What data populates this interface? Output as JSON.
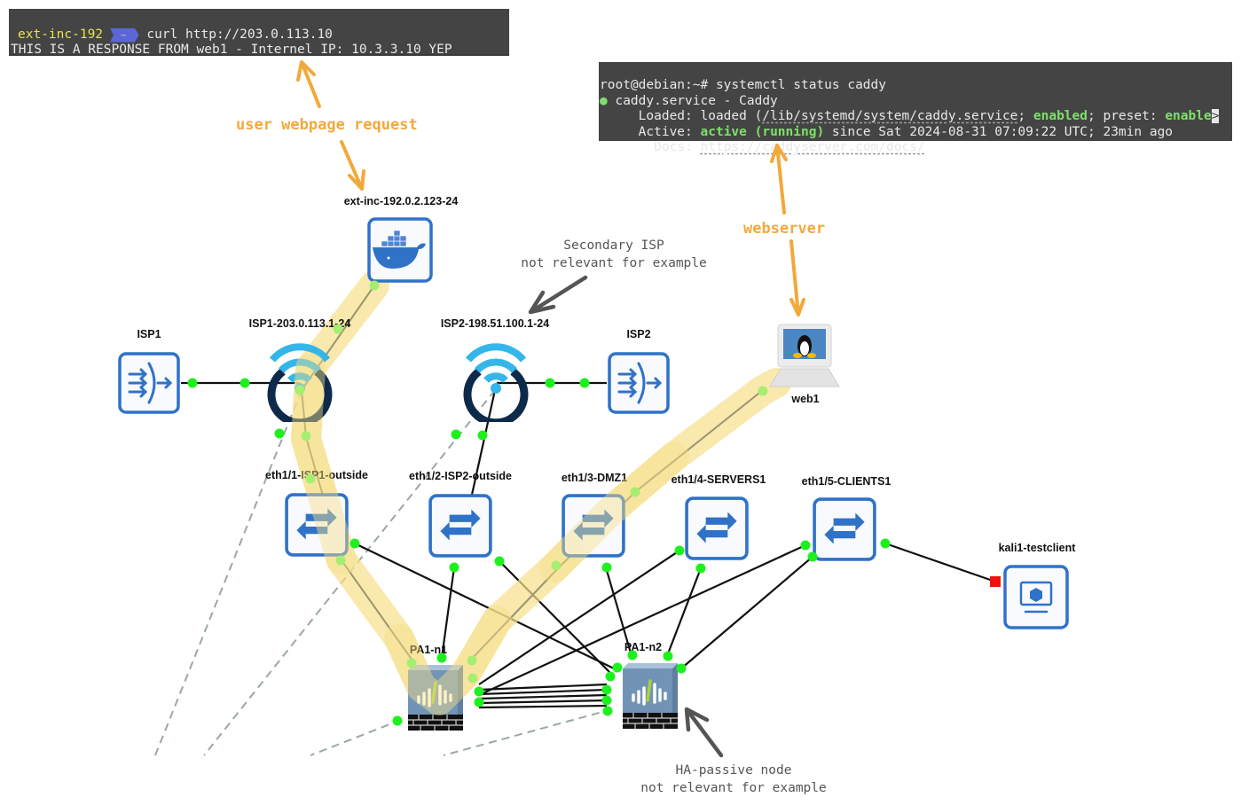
{
  "terminal_client": {
    "prompt_host": "ext-inc-192",
    "prompt_dir": "~",
    "command": "curl http://203.0.113.10",
    "output": "THIS IS A RESPONSE FROM web1 - Internel IP: 10.3.3.10 YEP"
  },
  "terminal_server": {
    "line1": "root@debian:~# systemctl status caddy",
    "line2_dot": "●",
    "line2": " caddy.service - Caddy",
    "line3_prefix": "     Loaded: loaded (",
    "line3_path": "/lib/systemd/system/caddy.service",
    "line3_sep": "; ",
    "line3_enabled": "enabled",
    "line3_mid": "; preset: ",
    "line3_preset": "enable",
    "line3_trunc": ">",
    "line4_prefix": "     Active: ",
    "line4_status": "active (running)",
    "line4_rest": " since Sat 2024-08-31 07:09:22 UTC; 23min ago",
    "line5_prefix": "       Docs: ",
    "line5_url": "https://caddyserver.com/docs/"
  },
  "annotations": {
    "user_request": "user webpage request",
    "webserver": "webserver",
    "secondary_isp_line1": "Secondary ISP",
    "secondary_isp_line2": "not relevant for example",
    "ha_passive_line1": "HA-passive node",
    "ha_passive_line2": "not relevant for example"
  },
  "nodes": {
    "ext_inc": {
      "label": "ext-inc-192.0.2.123-24",
      "icon": "docker-icon"
    },
    "isp1": {
      "label": "ISP1",
      "icon": "nat-icon"
    },
    "isp1_router": {
      "label": "ISP1-203.0.113.1-24",
      "icon": "wifi-router-icon"
    },
    "isp2_router": {
      "label": "ISP2-198.51.100.1-24",
      "icon": "wifi-router-icon"
    },
    "isp2": {
      "label": "ISP2",
      "icon": "nat-icon"
    },
    "web1": {
      "label": "web1",
      "icon": "linux-computer-icon"
    },
    "sw1": {
      "label": "eth1/1-ISP1-outside",
      "icon": "switch-icon"
    },
    "sw2": {
      "label": "eth1/2-ISP2-outside",
      "icon": "switch-icon"
    },
    "sw3": {
      "label": "eth1/3-DMZ1",
      "icon": "switch-icon"
    },
    "sw4": {
      "label": "eth1/4-SERVERS1",
      "icon": "switch-icon"
    },
    "sw5": {
      "label": "eth1/5-CLIENTS1",
      "icon": "switch-icon"
    },
    "kali": {
      "label": "kali1-testclient",
      "icon": "vm-monitor-icon"
    },
    "pa1": {
      "label": "PA1-n1",
      "icon": "firewall-icon"
    },
    "pa2": {
      "label": "PA1-n2",
      "icon": "firewall-icon"
    }
  },
  "colors": {
    "node_blue": "#2f72c8",
    "link_up": "#1ef01e",
    "link_down": "#ee1111",
    "highlight": "#f7e08a",
    "annotation_orange": "#f2a93b",
    "router_dark": "#0e2a4a",
    "router_wifi": "#34b6ea"
  }
}
